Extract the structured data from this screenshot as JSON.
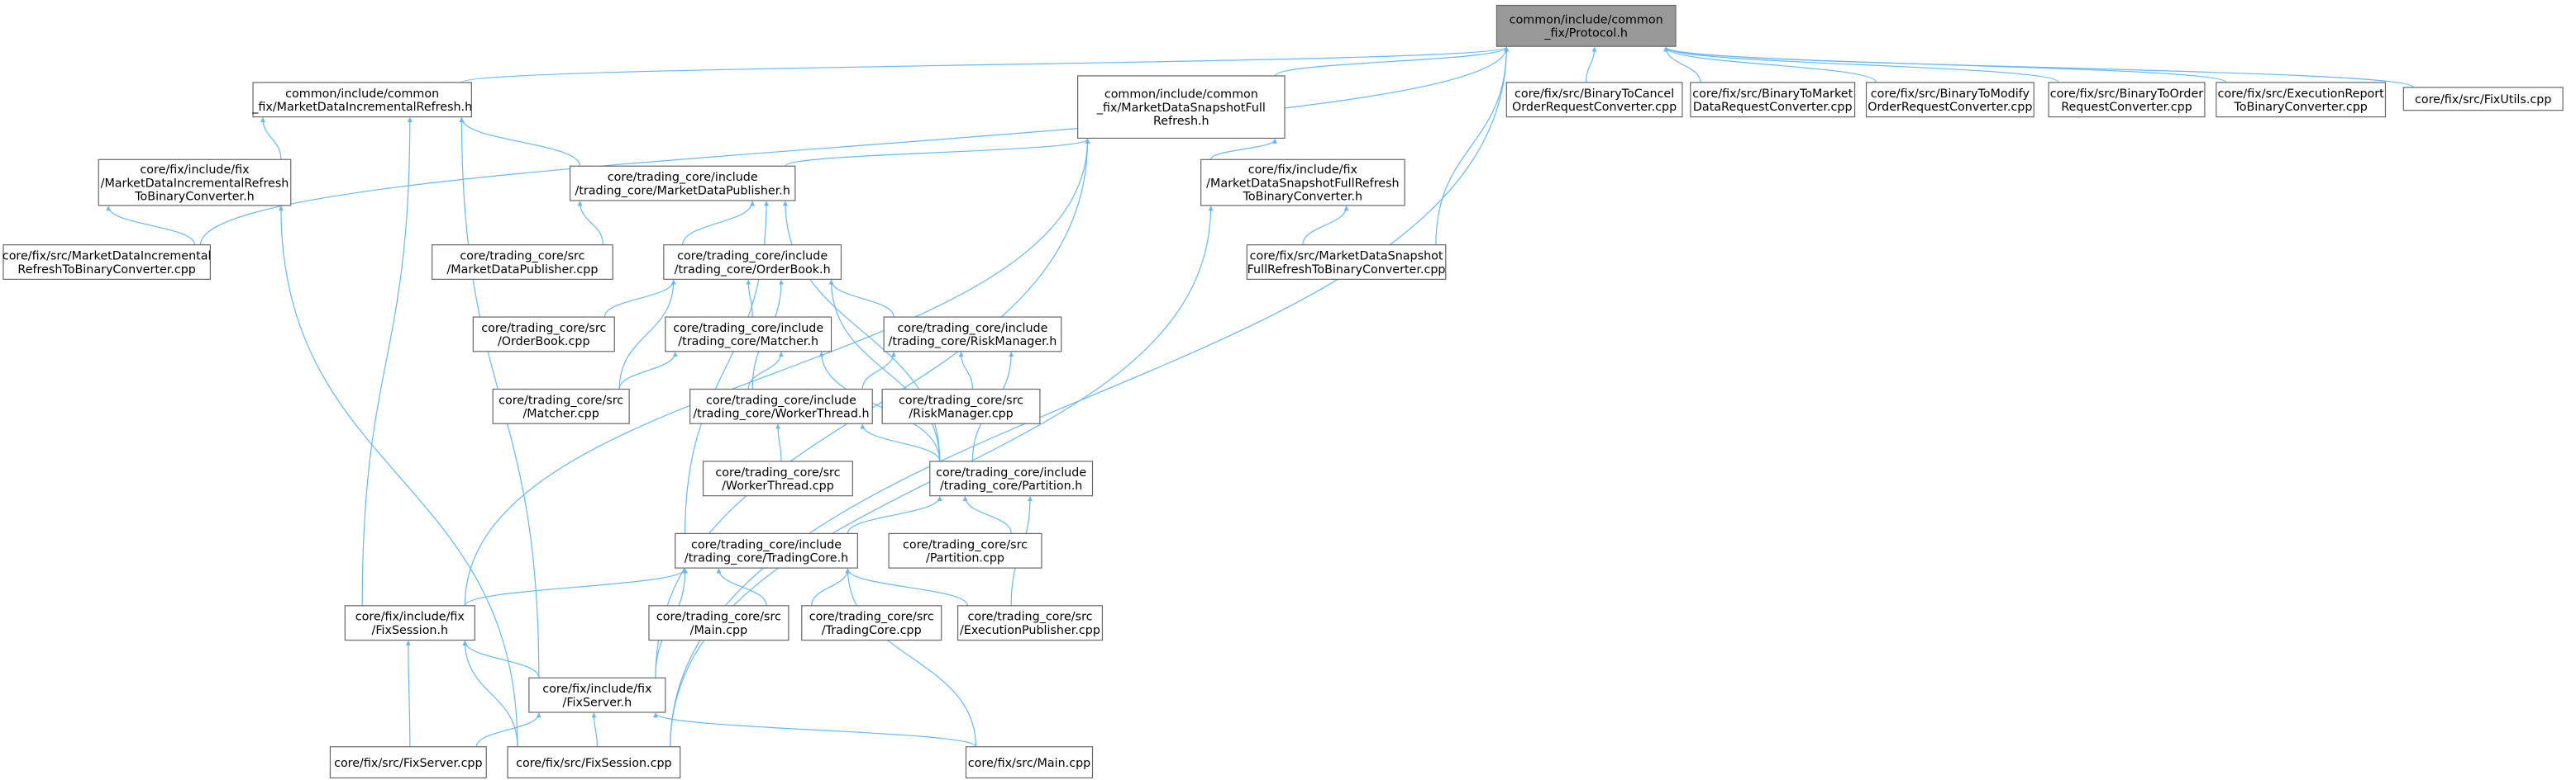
{
  "graph": {
    "edge_color": "#63b8ff",
    "root_fill": "#999999",
    "nodes": [
      {
        "id": "protocol_h",
        "lines": [
          "common/include/common",
          "_fix/Protocol.h"
        ]
      },
      {
        "id": "mdir_h",
        "lines": [
          "common/include/common",
          "_fix/MarketDataIncrementalRefresh.h"
        ]
      },
      {
        "id": "mdsfr_h",
        "lines": [
          "common/include/common",
          "_fix/MarketDataSnapshotFull",
          "Refresh.h"
        ]
      },
      {
        "id": "b2cancel_cpp",
        "lines": [
          "core/fix/src/BinaryToCancel",
          "OrderRequestConverter.cpp"
        ]
      },
      {
        "id": "b2market_cpp",
        "lines": [
          "core/fix/src/BinaryToMarket",
          "DataRequestConverter.cpp"
        ]
      },
      {
        "id": "b2modify_cpp",
        "lines": [
          "core/fix/src/BinaryToModify",
          "OrderRequestConverter.cpp"
        ]
      },
      {
        "id": "b2order_cpp",
        "lines": [
          "core/fix/src/BinaryToOrder",
          "RequestConverter.cpp"
        ]
      },
      {
        "id": "execreport_cpp",
        "lines": [
          "core/fix/src/ExecutionReport",
          "ToBinaryConverter.cpp"
        ]
      },
      {
        "id": "fixutils_cpp",
        "lines": [
          "core/fix/src/FixUtils.cpp"
        ]
      },
      {
        "id": "mdir2bin_h",
        "lines": [
          "core/fix/include/fix",
          "/MarketDataIncrementalRefresh",
          "ToBinaryConverter.h"
        ]
      },
      {
        "id": "mdpub_h",
        "lines": [
          "core/trading_core/include",
          "/trading_core/MarketDataPublisher.h"
        ]
      },
      {
        "id": "mdsfr2bin_h",
        "lines": [
          "core/fix/include/fix",
          "/MarketDataSnapshotFullRefresh",
          "ToBinaryConverter.h"
        ]
      },
      {
        "id": "mdir2bin_cpp",
        "lines": [
          "core/fix/src/MarketDataIncremental",
          "RefreshToBinaryConverter.cpp"
        ]
      },
      {
        "id": "mdpub_cpp",
        "lines": [
          "core/trading_core/src",
          "/MarketDataPublisher.cpp"
        ]
      },
      {
        "id": "orderbook_h",
        "lines": [
          "core/trading_core/include",
          "/trading_core/OrderBook.h"
        ]
      },
      {
        "id": "mdsfr2bin_cpp",
        "lines": [
          "core/fix/src/MarketDataSnapshot",
          "FullRefreshToBinaryConverter.cpp"
        ]
      },
      {
        "id": "orderbook_cpp",
        "lines": [
          "core/trading_core/src",
          "/OrderBook.cpp"
        ]
      },
      {
        "id": "matcher_h",
        "lines": [
          "core/trading_core/include",
          "/trading_core/Matcher.h"
        ]
      },
      {
        "id": "riskmanager_h",
        "lines": [
          "core/trading_core/include",
          "/trading_core/RiskManager.h"
        ]
      },
      {
        "id": "matcher_cpp",
        "lines": [
          "core/trading_core/src",
          "/Matcher.cpp"
        ]
      },
      {
        "id": "workerthread_h",
        "lines": [
          "core/trading_core/include",
          "/trading_core/WorkerThread.h"
        ]
      },
      {
        "id": "riskmanager_cpp",
        "lines": [
          "core/trading_core/src",
          "/RiskManager.cpp"
        ]
      },
      {
        "id": "workerthread_cpp",
        "lines": [
          "core/trading_core/src",
          "/WorkerThread.cpp"
        ]
      },
      {
        "id": "partition_h",
        "lines": [
          "core/trading_core/include",
          "/trading_core/Partition.h"
        ]
      },
      {
        "id": "tradingcore_h",
        "lines": [
          "core/trading_core/include",
          "/trading_core/TradingCore.h"
        ]
      },
      {
        "id": "partition_cpp",
        "lines": [
          "core/trading_core/src",
          "/Partition.cpp"
        ]
      },
      {
        "id": "fixsession_h",
        "lines": [
          "core/fix/include/fix",
          "/FixSession.h"
        ]
      },
      {
        "id": "tc_main_cpp",
        "lines": [
          "core/trading_core/src",
          "/Main.cpp"
        ]
      },
      {
        "id": "tradingcore_cpp",
        "lines": [
          "core/trading_core/src",
          "/TradingCore.cpp"
        ]
      },
      {
        "id": "execpub_cpp",
        "lines": [
          "core/trading_core/src",
          "/ExecutionPublisher.cpp"
        ]
      },
      {
        "id": "fixserver_h",
        "lines": [
          "core/fix/include/fix",
          "/FixServer.h"
        ]
      },
      {
        "id": "fixserver_cpp",
        "lines": [
          "core/fix/src/FixServer.cpp"
        ]
      },
      {
        "id": "fixsession_cpp",
        "lines": [
          "core/fix/src/FixSession.cpp"
        ]
      },
      {
        "id": "fix_main_cpp",
        "lines": [
          "core/fix/src/Main.cpp"
        ]
      }
    ],
    "edges": [
      [
        "mdir_h",
        "protocol_h"
      ],
      [
        "mdsfr_h",
        "protocol_h"
      ],
      [
        "b2cancel_cpp",
        "protocol_h"
      ],
      [
        "b2market_cpp",
        "protocol_h"
      ],
      [
        "b2modify_cpp",
        "protocol_h"
      ],
      [
        "b2order_cpp",
        "protocol_h"
      ],
      [
        "execreport_cpp",
        "protocol_h"
      ],
      [
        "fixutils_cpp",
        "protocol_h"
      ],
      [
        "mdir2bin_cpp",
        "protocol_h"
      ],
      [
        "mdsfr2bin_cpp",
        "protocol_h"
      ],
      [
        "fixsession_cpp",
        "protocol_h"
      ],
      [
        "mdir2bin_h",
        "mdir_h"
      ],
      [
        "mdpub_h",
        "mdir_h"
      ],
      [
        "fixsession_h",
        "mdir_h"
      ],
      [
        "fixserver_h",
        "mdir_h"
      ],
      [
        "mdpub_h",
        "mdsfr_h"
      ],
      [
        "fixsession_h",
        "mdsfr_h"
      ],
      [
        "mdsfr2bin_h",
        "mdsfr_h"
      ],
      [
        "fixserver_h",
        "mdsfr_h"
      ],
      [
        "mdir2bin_cpp",
        "mdir2bin_h"
      ],
      [
        "fixsession_cpp",
        "mdir2bin_h"
      ],
      [
        "mdsfr2bin_cpp",
        "mdsfr2bin_h"
      ],
      [
        "fixsession_cpp",
        "mdsfr2bin_h"
      ],
      [
        "mdpub_cpp",
        "mdpub_h"
      ],
      [
        "orderbook_h",
        "mdpub_h"
      ],
      [
        "tradingcore_h",
        "mdpub_h"
      ],
      [
        "partition_h",
        "mdpub_h"
      ],
      [
        "orderbook_cpp",
        "orderbook_h"
      ],
      [
        "matcher_cpp",
        "orderbook_h"
      ],
      [
        "matcher_h",
        "orderbook_h"
      ],
      [
        "riskmanager_h",
        "orderbook_h"
      ],
      [
        "workerthread_h",
        "orderbook_h"
      ],
      [
        "partition_h",
        "orderbook_h"
      ],
      [
        "matcher_cpp",
        "matcher_h"
      ],
      [
        "workerthread_h",
        "matcher_h"
      ],
      [
        "partition_h",
        "matcher_h"
      ],
      [
        "workerthread_h",
        "riskmanager_h"
      ],
      [
        "riskmanager_cpp",
        "riskmanager_h"
      ],
      [
        "partition_h",
        "riskmanager_h"
      ],
      [
        "workerthread_cpp",
        "workerthread_h"
      ],
      [
        "partition_h",
        "workerthread_h"
      ],
      [
        "tradingcore_h",
        "partition_h"
      ],
      [
        "partition_cpp",
        "partition_h"
      ],
      [
        "execpub_cpp",
        "partition_h"
      ],
      [
        "fixsession_h",
        "tradingcore_h"
      ],
      [
        "tc_main_cpp",
        "tradingcore_h"
      ],
      [
        "tradingcore_cpp",
        "tradingcore_h"
      ],
      [
        "execpub_cpp",
        "tradingcore_h"
      ],
      [
        "fixserver_h",
        "tradingcore_h"
      ],
      [
        "fix_main_cpp",
        "tradingcore_h"
      ],
      [
        "fixserver_h",
        "fixsession_h"
      ],
      [
        "fixserver_cpp",
        "fixsession_h"
      ],
      [
        "fixsession_cpp",
        "fixsession_h"
      ],
      [
        "fixserver_cpp",
        "fixserver_h"
      ],
      [
        "fixsession_cpp",
        "fixserver_h"
      ],
      [
        "fix_main_cpp",
        "fixserver_h"
      ]
    ]
  }
}
